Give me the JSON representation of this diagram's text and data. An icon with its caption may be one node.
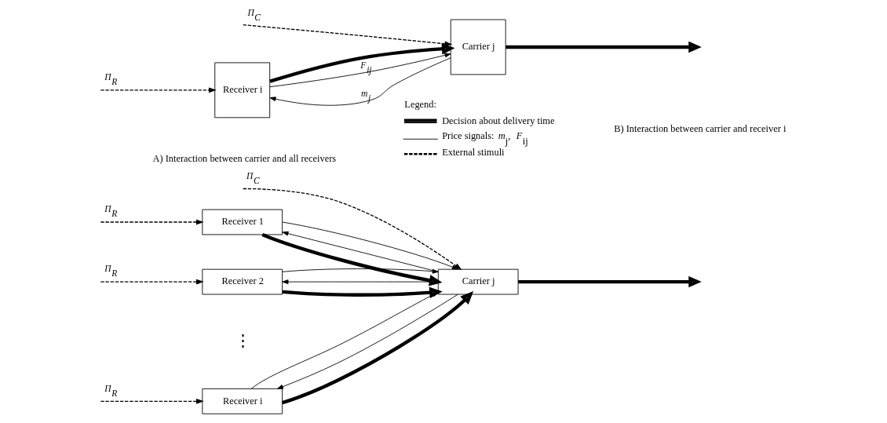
{
  "diagram": {
    "nodes": [
      {
        "text": [
          "Receiver 1"
        ]
      },
      {
        "text": [
          "Receiver 2"
        ]
      },
      {
        "text": [
          "Receiver i"
        ]
      },
      {
        "text": [
          "Carrier j"
        ]
      },
      {
        "text": [
          "Receiver i"
        ]
      },
      {
        "text": [
          "Carrier j"
        ]
      }
    ],
    "edges": [
      {
        "from": null,
        "to": 0,
        "arrow": "to",
        "style": "dashed",
        "label": "Π$_{R}$"
      },
      {
        "from": null,
        "to": 1,
        "arrow": "to",
        "style": "dashed",
        "label": "Π$_{R}$"
      },
      {
        "from": null,
        "to": 2,
        "arrow": "to",
        "style": "dashed",
        "label": "Π$_{R}$"
      },
      {
        "from": null,
        "to": 3,
        "arrow": "to",
        "style": "dashed",
        "label": "Π$_{C}$"
      },
      {
        "from": 3,
        "to": 0,
        "arrow": "to"
      },
      {
        "from": 0,
        "to": 3,
        "arrow": "to",
        "style": "thick"
      },
      {
        "from": 0,
        "to": 3,
        "arrow": "to"
      },
      {
        "from": 3,
        "to": 1,
        "arrow": "to"
      },
      {
        "from": 1,
        "to": 3,
        "arrow": "to",
        "style": "thick"
      },
      {
        "from": 1,
        "to": 3,
        "arrow": "to"
      },
      {
        "from": 3,
        "to": 2,
        "arrow": "to"
      },
      {
        "from": 2,
        "to": 3,
        "arrow": "to",
        "style": "thick"
      },
      {
        "from": 2,
        "to": 3,
        "arrow": "to"
      },
      {
        "from": 3,
        "to": null,
        "arrow": "to",
        "style": "thick"
      },
      {
        "from": null,
        "to": 4,
        "arrow": "to",
        "style": "dashed",
        "label": "Π$_{R}$"
      },
      {
        "from": null,
        "to": 5,
        "arrow": "to",
        "style": "dashed",
        "label": "Π$_{C}$"
      },
      {
        "from": 5,
        "to": 4,
        "arrow": "to",
        "label": "m$_{j}$"
      },
      {
        "from": 4,
        "to": 5,
        "arrow": "to",
        "style": "thick"
      },
      {
        "from": 4,
        "to": 5,
        "arrow": "to",
        "label": "F$_{ij}$"
      },
      {
        "from": 5,
        "to": null,
        "arrow": "to",
        "style": "thick"
      }
    ],
    "labels": [
      "⋮",
      "Legend:",
      "A) Interaction between carrier and all receivers",
      "B) Interaction between carrier and receiver i"
    ],
    "legend": [
      {
        "text": "Decision about delivery time"
      },
      {
        "text": "Price signals: *m*$_{j}$, *F*$_{ij}$"
      },
      {
        "text": "External stimuli"
      }
    ]
  }
}
